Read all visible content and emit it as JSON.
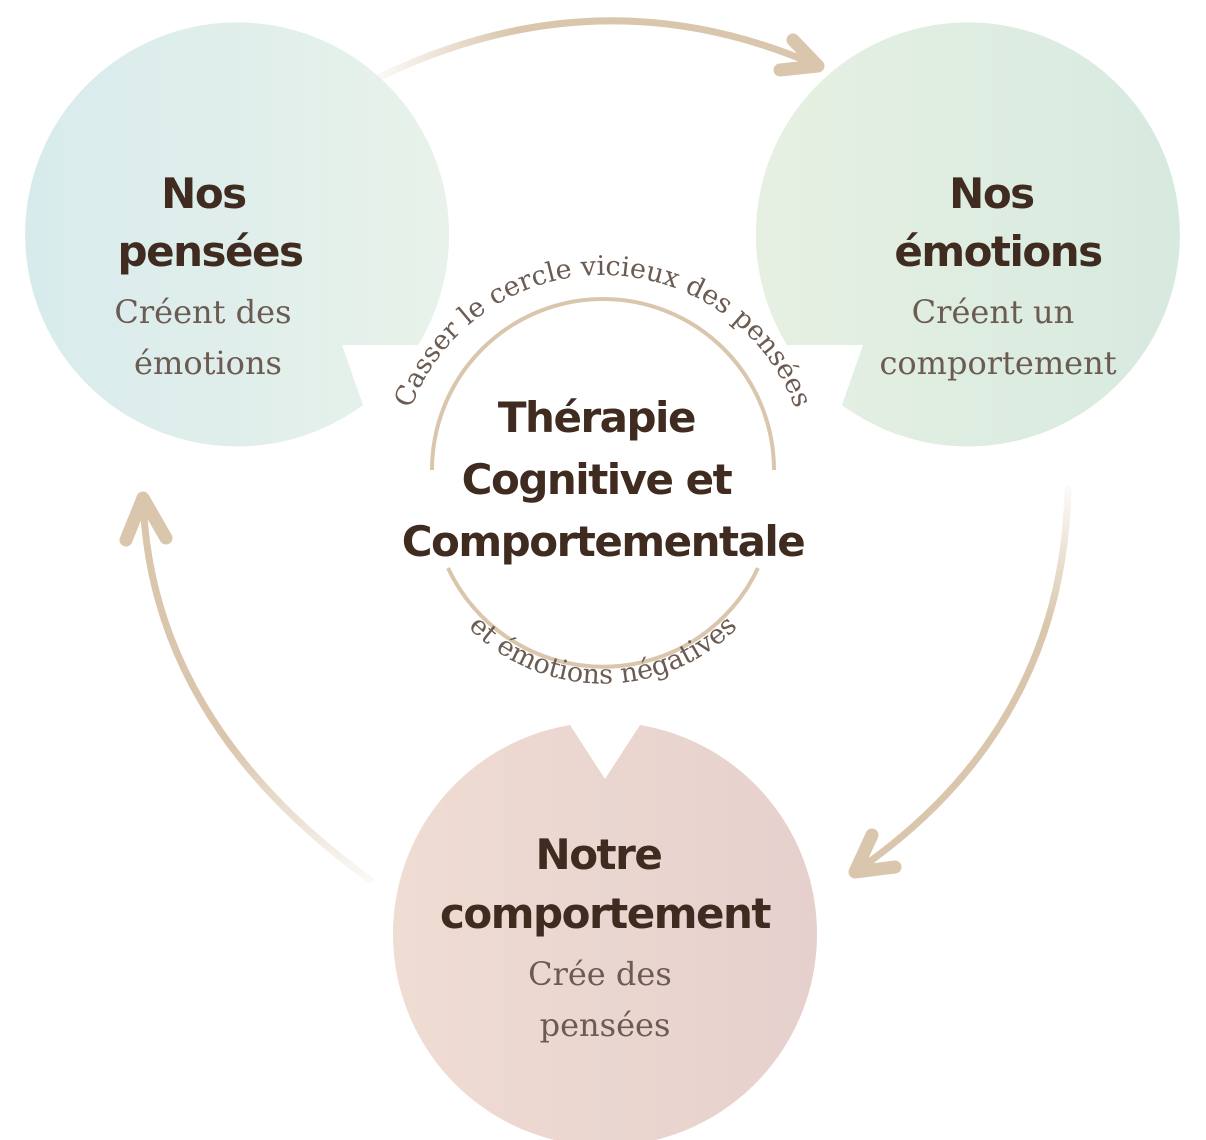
{
  "diagram": {
    "type": "cycle",
    "center": {
      "title_lines": [
        "Thérapie",
        "Cognitive et",
        "Comportementale"
      ],
      "arc_top_text": "Casser le cercle vicieux des pensées",
      "arc_bottom_text": "et émotions négatives"
    },
    "nodes": [
      {
        "id": "thoughts",
        "title_lines": [
          "Nos",
          "pensées"
        ],
        "subtitle_lines": [
          "Créent des",
          "émotions"
        ],
        "color_start": "#d8ebec",
        "color_end": "#e8f2ea"
      },
      {
        "id": "emotions",
        "title_lines": [
          "Nos",
          "émotions"
        ],
        "subtitle_lines": [
          "Créent un",
          "comportement"
        ],
        "color_start": "#e6f0e2",
        "color_end": "#d7eae0"
      },
      {
        "id": "behavior",
        "title_lines": [
          "Notre",
          "comportement"
        ],
        "subtitle_lines": [
          "Crée des",
          "pensées"
        ],
        "color_start": "#efdcd2",
        "color_end": "#e6d0cd"
      }
    ],
    "edges": [
      {
        "from": "thoughts",
        "to": "emotions"
      },
      {
        "from": "emotions",
        "to": "behavior"
      },
      {
        "from": "behavior",
        "to": "thoughts"
      }
    ],
    "colors": {
      "arrow": "#d9c6ac",
      "ring": "#d9c6ac",
      "title": "#3f2b1f",
      "subtitle": "#6b5b52"
    }
  }
}
